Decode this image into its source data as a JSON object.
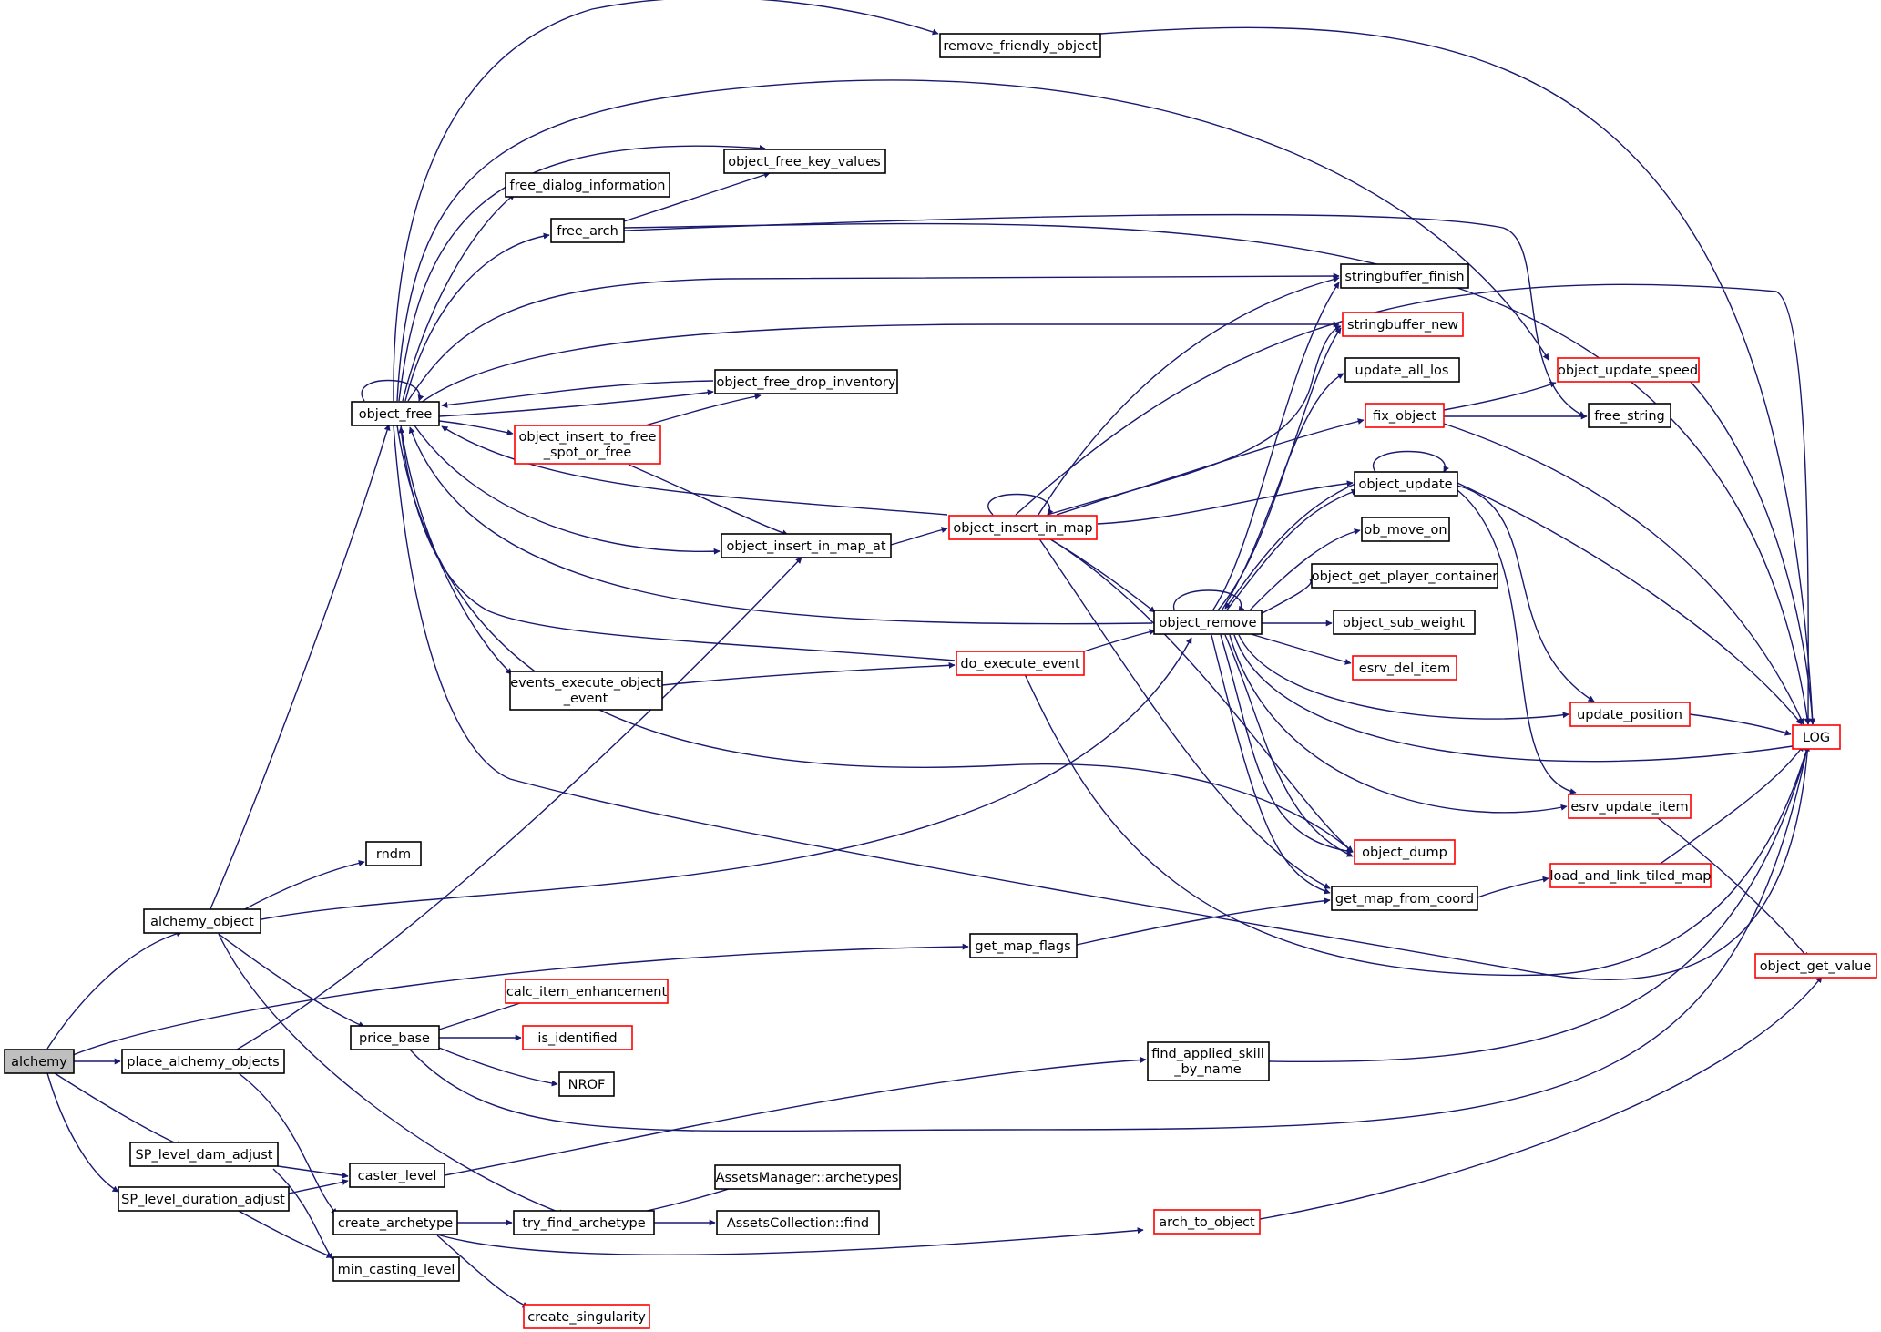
{
  "colors": {
    "edge": "#191970",
    "root_fill": "#bfbfbf",
    "border_normal": "#000000",
    "border_external": "#ff0000"
  },
  "nodes": {
    "alchemy": "alchemy",
    "place_alchemy_objects": "place_alchemy_objects",
    "alchemy_object": "alchemy_object",
    "sp_level_dam_adjust": "SP_level_dam_adjust",
    "sp_level_duration_adjust": "SP_level_duration_adjust",
    "object_free": "object_free",
    "rndm": "rndm",
    "price_base": "price_base",
    "caster_level": "caster_level",
    "create_archetype": "create_archetype",
    "min_casting_level": "min_casting_level",
    "create_singularity": "create_singularity",
    "try_find_archetype": "try_find_archetype",
    "assets_manager_archetypes": "AssetsManager::archetypes",
    "assets_collection_find": "AssetsCollection::find",
    "calc_item_enhancement": "calc_item_enhancement",
    "is_identified": "is_identified",
    "nrof": "NROF",
    "remove_friendly_object": "remove_friendly_object",
    "object_free_key_values": "object_free_key_values",
    "free_dialog_information": "free_dialog_information",
    "free_arch": "free_arch",
    "object_free_drop_inventory": "object_free_drop_inventory",
    "object_insert_to_free_spot_or_free_1": "object_insert_to_free",
    "object_insert_to_free_spot_or_free_2": "_spot_or_free",
    "object_insert_in_map_at": "object_insert_in_map_at",
    "object_insert_in_map": "object_insert_in_map",
    "events_execute_object_event_1": "events_execute_object",
    "events_execute_object_event_2": "_event",
    "do_execute_event": "do_execute_event",
    "get_map_flags": "get_map_flags",
    "find_applied_skill_by_name_1": "find_applied_skill",
    "find_applied_skill_by_name_2": "_by_name",
    "arch_to_object": "arch_to_object",
    "stringbuffer_finish": "stringbuffer_finish",
    "stringbuffer_new": "stringbuffer_new",
    "update_all_los": "update_all_los",
    "fix_object": "fix_object",
    "object_update": "object_update",
    "ob_move_on": "ob_move_on",
    "object_get_player_container": "object_get_player_container",
    "object_remove": "object_remove",
    "object_sub_weight": "object_sub_weight",
    "esrv_del_item": "esrv_del_item",
    "object_dump": "object_dump",
    "get_map_from_coord": "get_map_from_coord",
    "object_update_speed": "object_update_speed",
    "free_string": "free_string",
    "update_position": "update_position",
    "esrv_update_item": "esrv_update_item",
    "load_and_link_tiled_map": "load_and_link_tiled_map",
    "log": "LOG",
    "object_get_value": "object_get_value"
  }
}
